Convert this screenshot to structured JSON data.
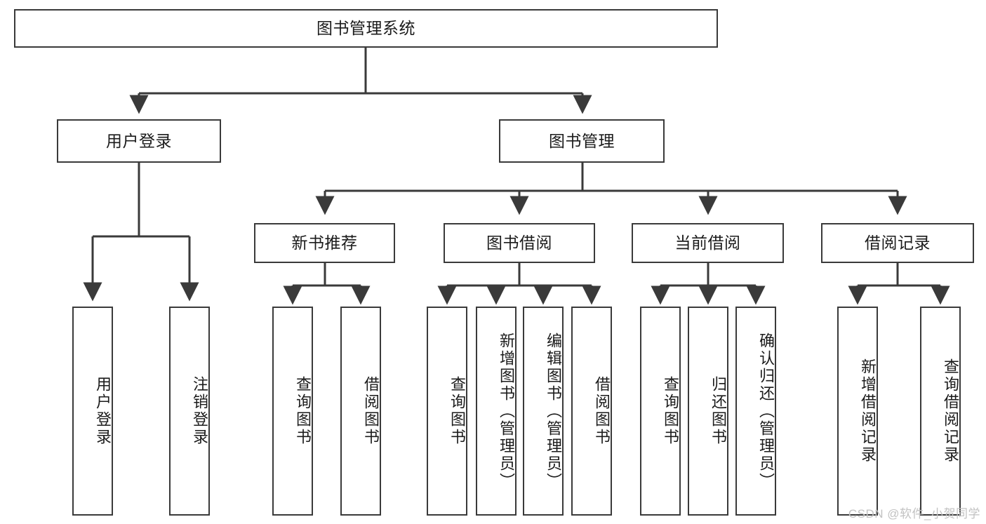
{
  "diagram": {
    "title_node": {
      "label": "图书管理系统"
    },
    "level2": [
      {
        "id": "user-login",
        "label": "用户登录"
      },
      {
        "id": "book-management",
        "label": "图书管理"
      }
    ],
    "level3": [
      {
        "id": "new-book-recommend",
        "label": "新书推荐"
      },
      {
        "id": "book-borrow",
        "label": "图书借阅"
      },
      {
        "id": "current-borrow",
        "label": "当前借阅"
      },
      {
        "id": "borrow-record",
        "label": "借阅记录"
      }
    ],
    "leaves": {
      "user_login": [
        {
          "id": "leaf-user-login",
          "label": "用户登录"
        },
        {
          "id": "leaf-logout-login",
          "label": "注销登录"
        }
      ],
      "new_book_recommend": [
        {
          "id": "leaf-query-book-1",
          "label": "查询图书"
        },
        {
          "id": "leaf-borrow-book-1",
          "label": "借阅图书"
        }
      ],
      "book_borrow": [
        {
          "id": "leaf-query-book-2",
          "label": "查询图书"
        },
        {
          "id": "leaf-add-book",
          "label": "新增图书（管理员）"
        },
        {
          "id": "leaf-edit-book",
          "label": "编辑图书（管理员）"
        },
        {
          "id": "leaf-borrow-book-2",
          "label": "借阅图书"
        }
      ],
      "current_borrow": [
        {
          "id": "leaf-query-book-3",
          "label": "查询图书"
        },
        {
          "id": "leaf-return-book",
          "label": "归还图书"
        },
        {
          "id": "leaf-confirm-return",
          "label": "确认归还（管理员）"
        }
      ],
      "borrow_record": [
        {
          "id": "leaf-add-record",
          "label": "新增借阅记录"
        },
        {
          "id": "leaf-query-record",
          "label": "查询借阅记录"
        }
      ]
    }
  },
  "watermark": {
    "text": "CSDN @软件_小贺同学"
  },
  "colors": {
    "stroke": "#3a3a3a",
    "text": "#1b1b1b",
    "background": "#ffffff",
    "watermark": "#c2c2c2"
  }
}
